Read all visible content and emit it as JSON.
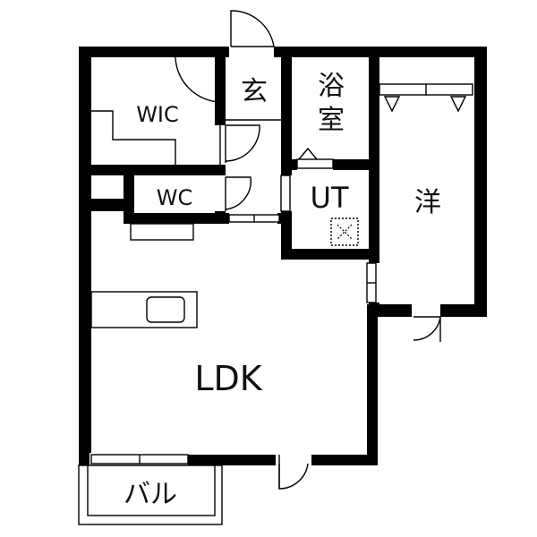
{
  "floorplan": {
    "rooms": {
      "entrance": "玄",
      "bath": "浴\n室",
      "western": "洋",
      "walk_in_closet": "WIC",
      "toilet": "WC",
      "utility": "UT",
      "ldk": "LDK",
      "balcony": "バル"
    },
    "colors": {
      "wall": "#000000",
      "line": "#000000",
      "background": "#ffffff",
      "washer_pan": "#000000"
    }
  }
}
